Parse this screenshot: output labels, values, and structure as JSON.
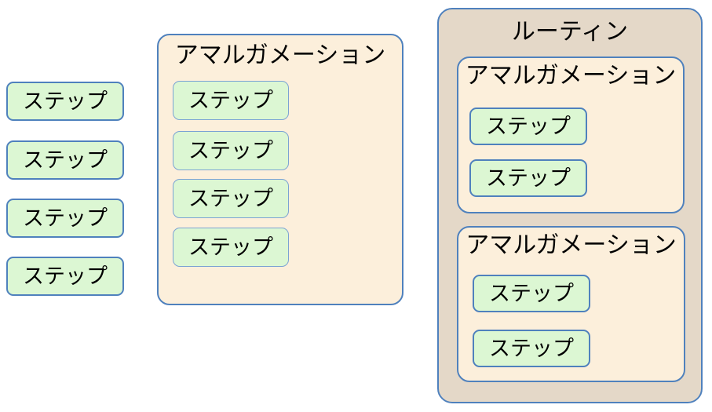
{
  "diagram": {
    "standalone_steps": [
      "ステップ",
      "ステップ",
      "ステップ",
      "ステップ"
    ],
    "amalgamation": {
      "title": "アマルガメーション",
      "steps": [
        "ステップ",
        "ステップ",
        "ステップ",
        "ステップ"
      ]
    },
    "routine": {
      "title": "ルーティン",
      "amalgamations": [
        {
          "title": "アマルガメーション",
          "steps": [
            "ステップ",
            "ステップ"
          ]
        },
        {
          "title": "アマルガメーション",
          "steps": [
            "ステップ",
            "ステップ"
          ]
        }
      ]
    },
    "colors": {
      "step_fill": "#dcf7d3",
      "step_border": "#4f81bd",
      "step_border_thin": "#7ba3d4",
      "amalgamation_fill": "#fcefdb",
      "routine_fill": "#e4d8c8",
      "container_border": "#4f81bd",
      "text": "#000000",
      "background": "#ffffff"
    }
  }
}
